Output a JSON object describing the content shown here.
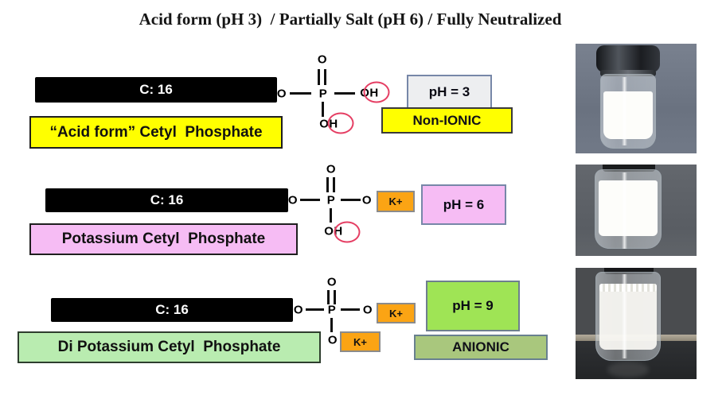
{
  "title": "Acid form (pH 3)  / Partially Salt (pH 6) / Fully Neutralized",
  "rows": [
    {
      "chain": "C: 16",
      "name": "“Acid form” Cetyl  Phosphate",
      "ph": "pH = 3",
      "ionic": "Non-IONIC",
      "atoms": {
        "o_top": "O",
        "o_left": "O",
        "p": "P",
        "right": "OH",
        "bottom": "OH"
      }
    },
    {
      "chain": "C: 16",
      "name": "Potassium Cetyl  Phosphate",
      "ph": "pH = 6",
      "counterion": "K+",
      "atoms": {
        "o_top": "O",
        "o_left": "O",
        "p": "P",
        "right": "O",
        "bottom": "OH"
      }
    },
    {
      "chain": "C: 16",
      "name": "Di Potassium Cetyl  Phosphate",
      "ph": "pH = 9",
      "ionic": "ANIONIC",
      "counterion": "K+",
      "counterion2": "K+",
      "atoms": {
        "o_top": "O",
        "o_left": "O",
        "p": "P",
        "right": "O",
        "bottom": "O"
      }
    }
  ],
  "colors": {
    "bar_black": "#000000",
    "acid_yellow": "#FFFF00",
    "salt_pink": "#F6BCF4",
    "neutral_light_green": "#B9ECB0",
    "ph9_bright_green": "#9FE455",
    "anionic_olive_green": "#A9C77D",
    "counterion_orange": "#FBA414",
    "ph3_grey": "#EDEEF0",
    "slate_border": "#7787A8",
    "h_circle_red": "#E53E63"
  }
}
